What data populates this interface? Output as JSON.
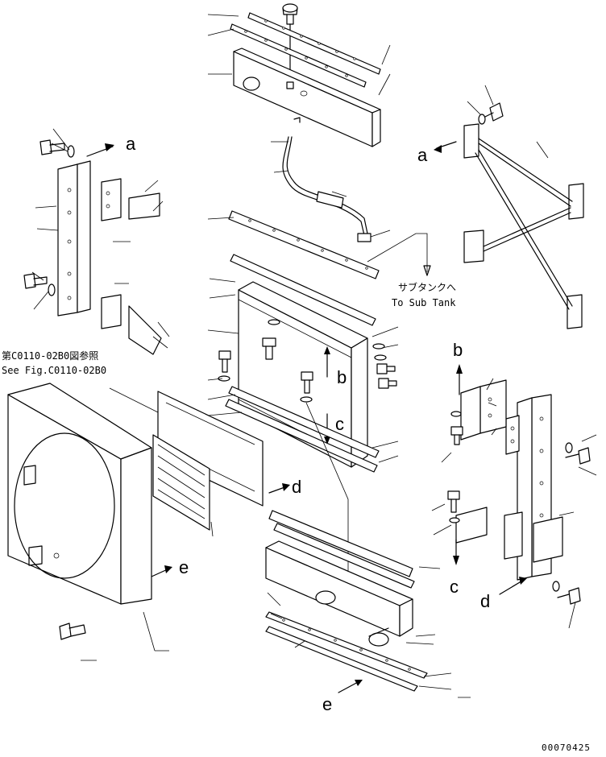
{
  "labels": {
    "a_left": "a",
    "a_right": "a",
    "b_center": "b",
    "b_right": "b",
    "c_center": "c",
    "c_right": "c",
    "d_center": "d",
    "d_right": "d",
    "e_left": "e",
    "e_bottom": "e"
  },
  "notes": {
    "sub_tank_jp": "サブタンクへ",
    "sub_tank_en": "To Sub Tank",
    "see_fig_jp": "第C0110-02B0図参照",
    "see_fig_en": "See Fig.C0110-02B0"
  },
  "drawing_code": "00070425"
}
